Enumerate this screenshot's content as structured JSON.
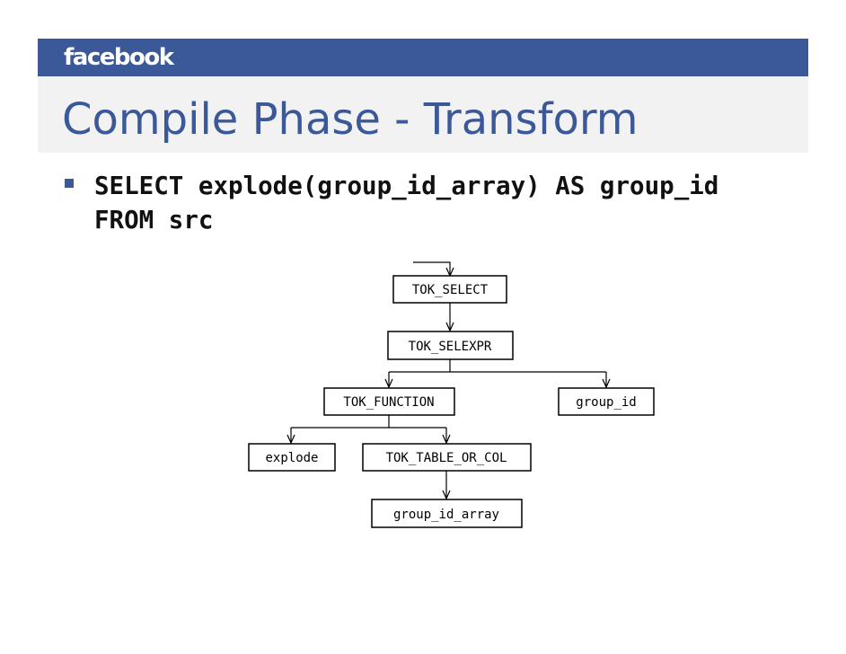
{
  "header": {
    "logo_text": "facebook",
    "brand_color": "#3b5998"
  },
  "slide": {
    "title": "Compile Phase - Transform",
    "bullets": [
      "SELECT explode(group_id_array) AS group_id FROM src"
    ]
  },
  "diagram": {
    "nodes": [
      {
        "id": "tok_select",
        "label": "TOK_SELECT"
      },
      {
        "id": "tok_selexpr",
        "label": "TOK_SELEXPR"
      },
      {
        "id": "tok_function",
        "label": "TOK_FUNCTION"
      },
      {
        "id": "group_id",
        "label": "group_id"
      },
      {
        "id": "explode",
        "label": "explode"
      },
      {
        "id": "tok_table_or_col",
        "label": "TOK_TABLE_OR_COL"
      },
      {
        "id": "group_id_array",
        "label": "group_id_array"
      }
    ],
    "edges": [
      {
        "from": "",
        "to": "tok_select"
      },
      {
        "from": "tok_select",
        "to": "tok_selexpr"
      },
      {
        "from": "tok_selexpr",
        "to": "tok_function"
      },
      {
        "from": "tok_selexpr",
        "to": "group_id"
      },
      {
        "from": "tok_function",
        "to": "explode"
      },
      {
        "from": "tok_function",
        "to": "tok_table_or_col"
      },
      {
        "from": "tok_table_or_col",
        "to": "group_id_array"
      }
    ]
  }
}
